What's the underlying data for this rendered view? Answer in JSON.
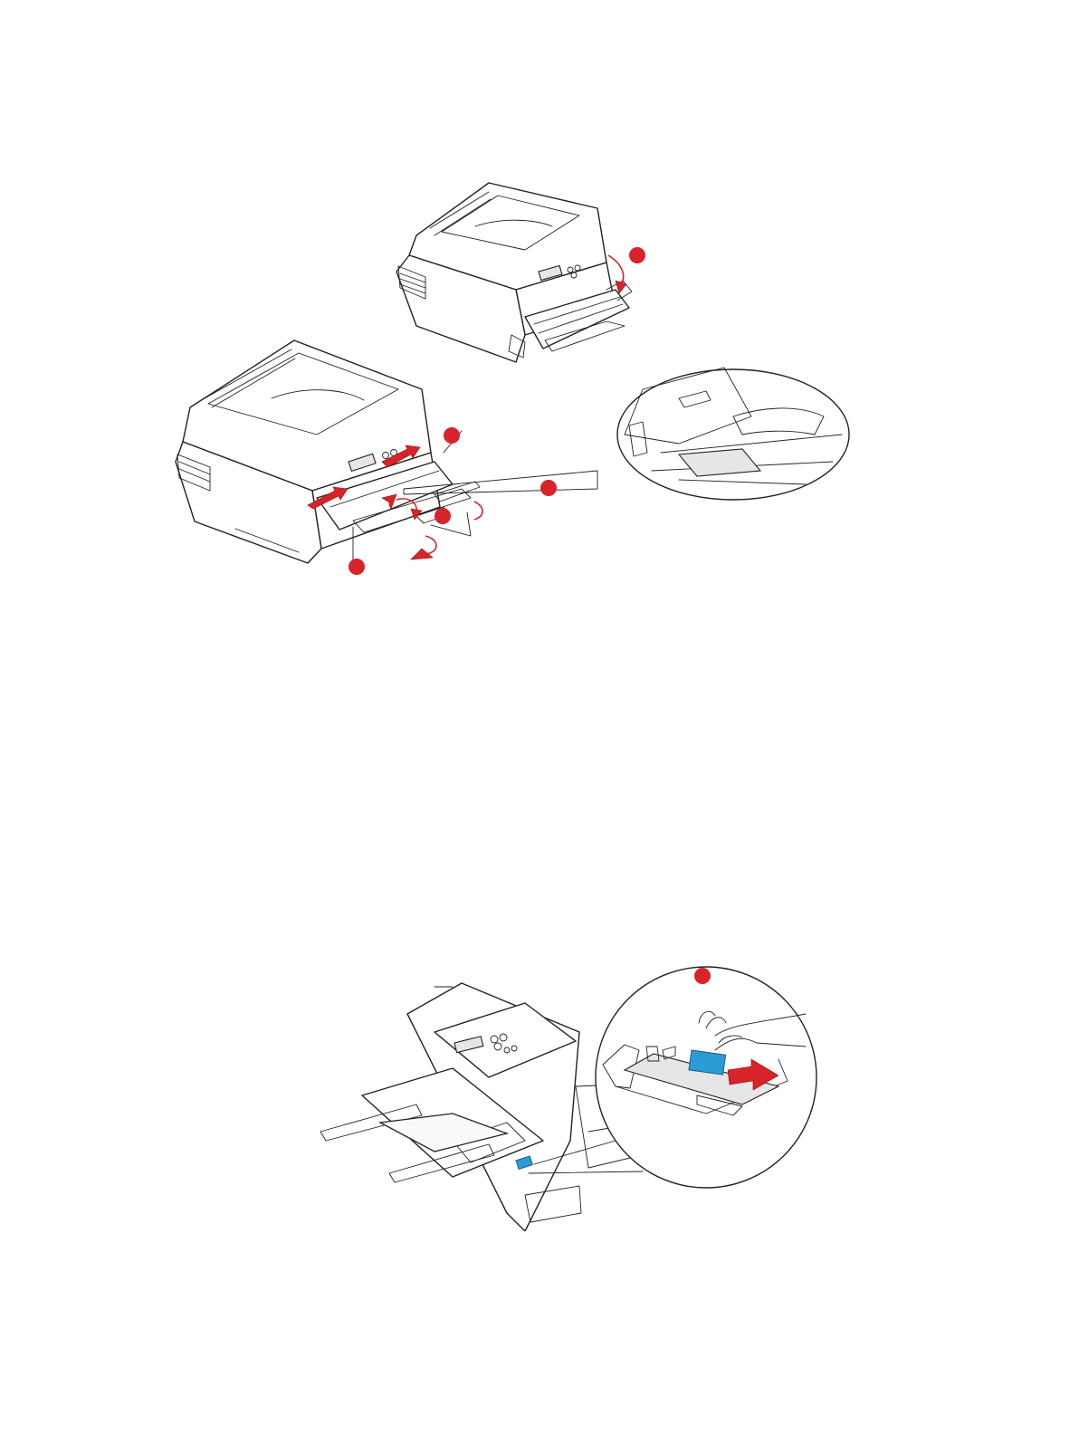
{
  "colors": {
    "callout": "#d8232a",
    "blue_lever": "#2b9bd6",
    "line": "#222222"
  },
  "figures": [
    {
      "description_ref": "figure-1",
      "callouts": 1
    },
    {
      "description_ref": "figure-2",
      "callouts": 4
    },
    {
      "description_ref": "figure-3",
      "callouts": 1
    }
  ]
}
